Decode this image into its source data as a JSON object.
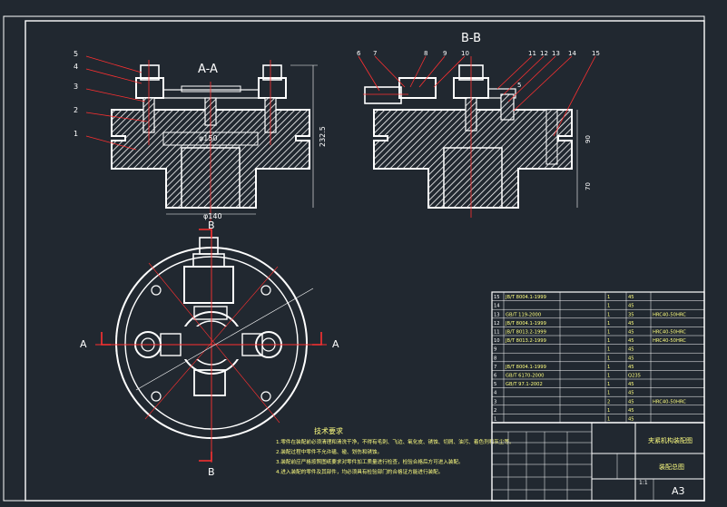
{
  "views": {
    "section_aa": "A-A",
    "section_bb": "B-B",
    "cut_label_a": "A",
    "cut_label_b": "B"
  },
  "dimensions": {
    "height_total": "232.5",
    "bore_inner": "φ150",
    "base_width": "φ140",
    "dim_90": "90",
    "dim_70": "70",
    "dim_r5": "5"
  },
  "balloons_aa": [
    "5",
    "4",
    "3",
    "2",
    "1"
  ],
  "balloons_bb": [
    "6",
    "7",
    "8",
    "9",
    "10",
    "11",
    "12",
    "13",
    "14",
    "15"
  ],
  "tech_requirements": {
    "title": "技术要求",
    "items": [
      "1.零件在装配前必须清理和清洗干净，不得有毛刺、飞边、氧化皮、锈蚀、切屑、油污、着色剂和灰尘等。",
      "2.装配过程中零件不允许磕、碰、划伤和锈蚀。",
      "3.装配前应严格按照图纸要求对零件加工质量进行检查，检验合格后方可进入装配。",
      "4.进入装配的零件及其部件，均必须具有检验部门的合格证方能进行装配。"
    ]
  },
  "parts_list": [
    {
      "no": "15",
      "code": "JB/T 8004.1-1999",
      "name": "",
      "qty": "1",
      "mat": "45",
      "note": ""
    },
    {
      "no": "14",
      "code": "",
      "name": "",
      "qty": "1",
      "mat": "45",
      "note": ""
    },
    {
      "no": "13",
      "code": "GB/T 119-2000",
      "name": "",
      "qty": "1",
      "mat": "35",
      "note": "HRC40-50HRC"
    },
    {
      "no": "12",
      "code": "JB/T 8004.1-1999",
      "name": "",
      "qty": "1",
      "mat": "45",
      "note": ""
    },
    {
      "no": "11",
      "code": "JB/T 8013.2-1999",
      "name": "",
      "qty": "1",
      "mat": "45",
      "note": "HRC40-50HRC"
    },
    {
      "no": "10",
      "code": "JB/T 8013.2-1999",
      "name": "",
      "qty": "1",
      "mat": "45",
      "note": "HRC40-50HRC"
    },
    {
      "no": "9",
      "code": "",
      "name": "",
      "qty": "1",
      "mat": "45",
      "note": ""
    },
    {
      "no": "8",
      "code": "",
      "name": "",
      "qty": "1",
      "mat": "45",
      "note": ""
    },
    {
      "no": "7",
      "code": "JB/T 8004.1-1999",
      "name": "",
      "qty": "1",
      "mat": "45",
      "note": ""
    },
    {
      "no": "6",
      "code": "GB/T 6170-2000",
      "name": "",
      "qty": "1",
      "mat": "Q235",
      "note": ""
    },
    {
      "no": "5",
      "code": "GB/T 97.1-2002",
      "name": "",
      "qty": "1",
      "mat": "45",
      "note": ""
    },
    {
      "no": "4",
      "code": "",
      "name": "",
      "qty": "1",
      "mat": "45",
      "note": ""
    },
    {
      "no": "3",
      "code": "",
      "name": "",
      "qty": "2",
      "mat": "45",
      "note": "HRC40-50HRC"
    },
    {
      "no": "2",
      "code": "",
      "name": "",
      "qty": "1",
      "mat": "45",
      "note": ""
    },
    {
      "no": "1",
      "code": "",
      "name": "",
      "qty": "1",
      "mat": "45",
      "note": ""
    }
  ],
  "title_block": {
    "drawing_name": "夹紧机构装配图",
    "subtitle": "装配总图",
    "sheet_size": "A3",
    "scale": "1:1"
  },
  "colors": {
    "background": "#212830",
    "line": "#ffffff",
    "center_line": "#ff3030",
    "text_accent": "#ffff80"
  }
}
